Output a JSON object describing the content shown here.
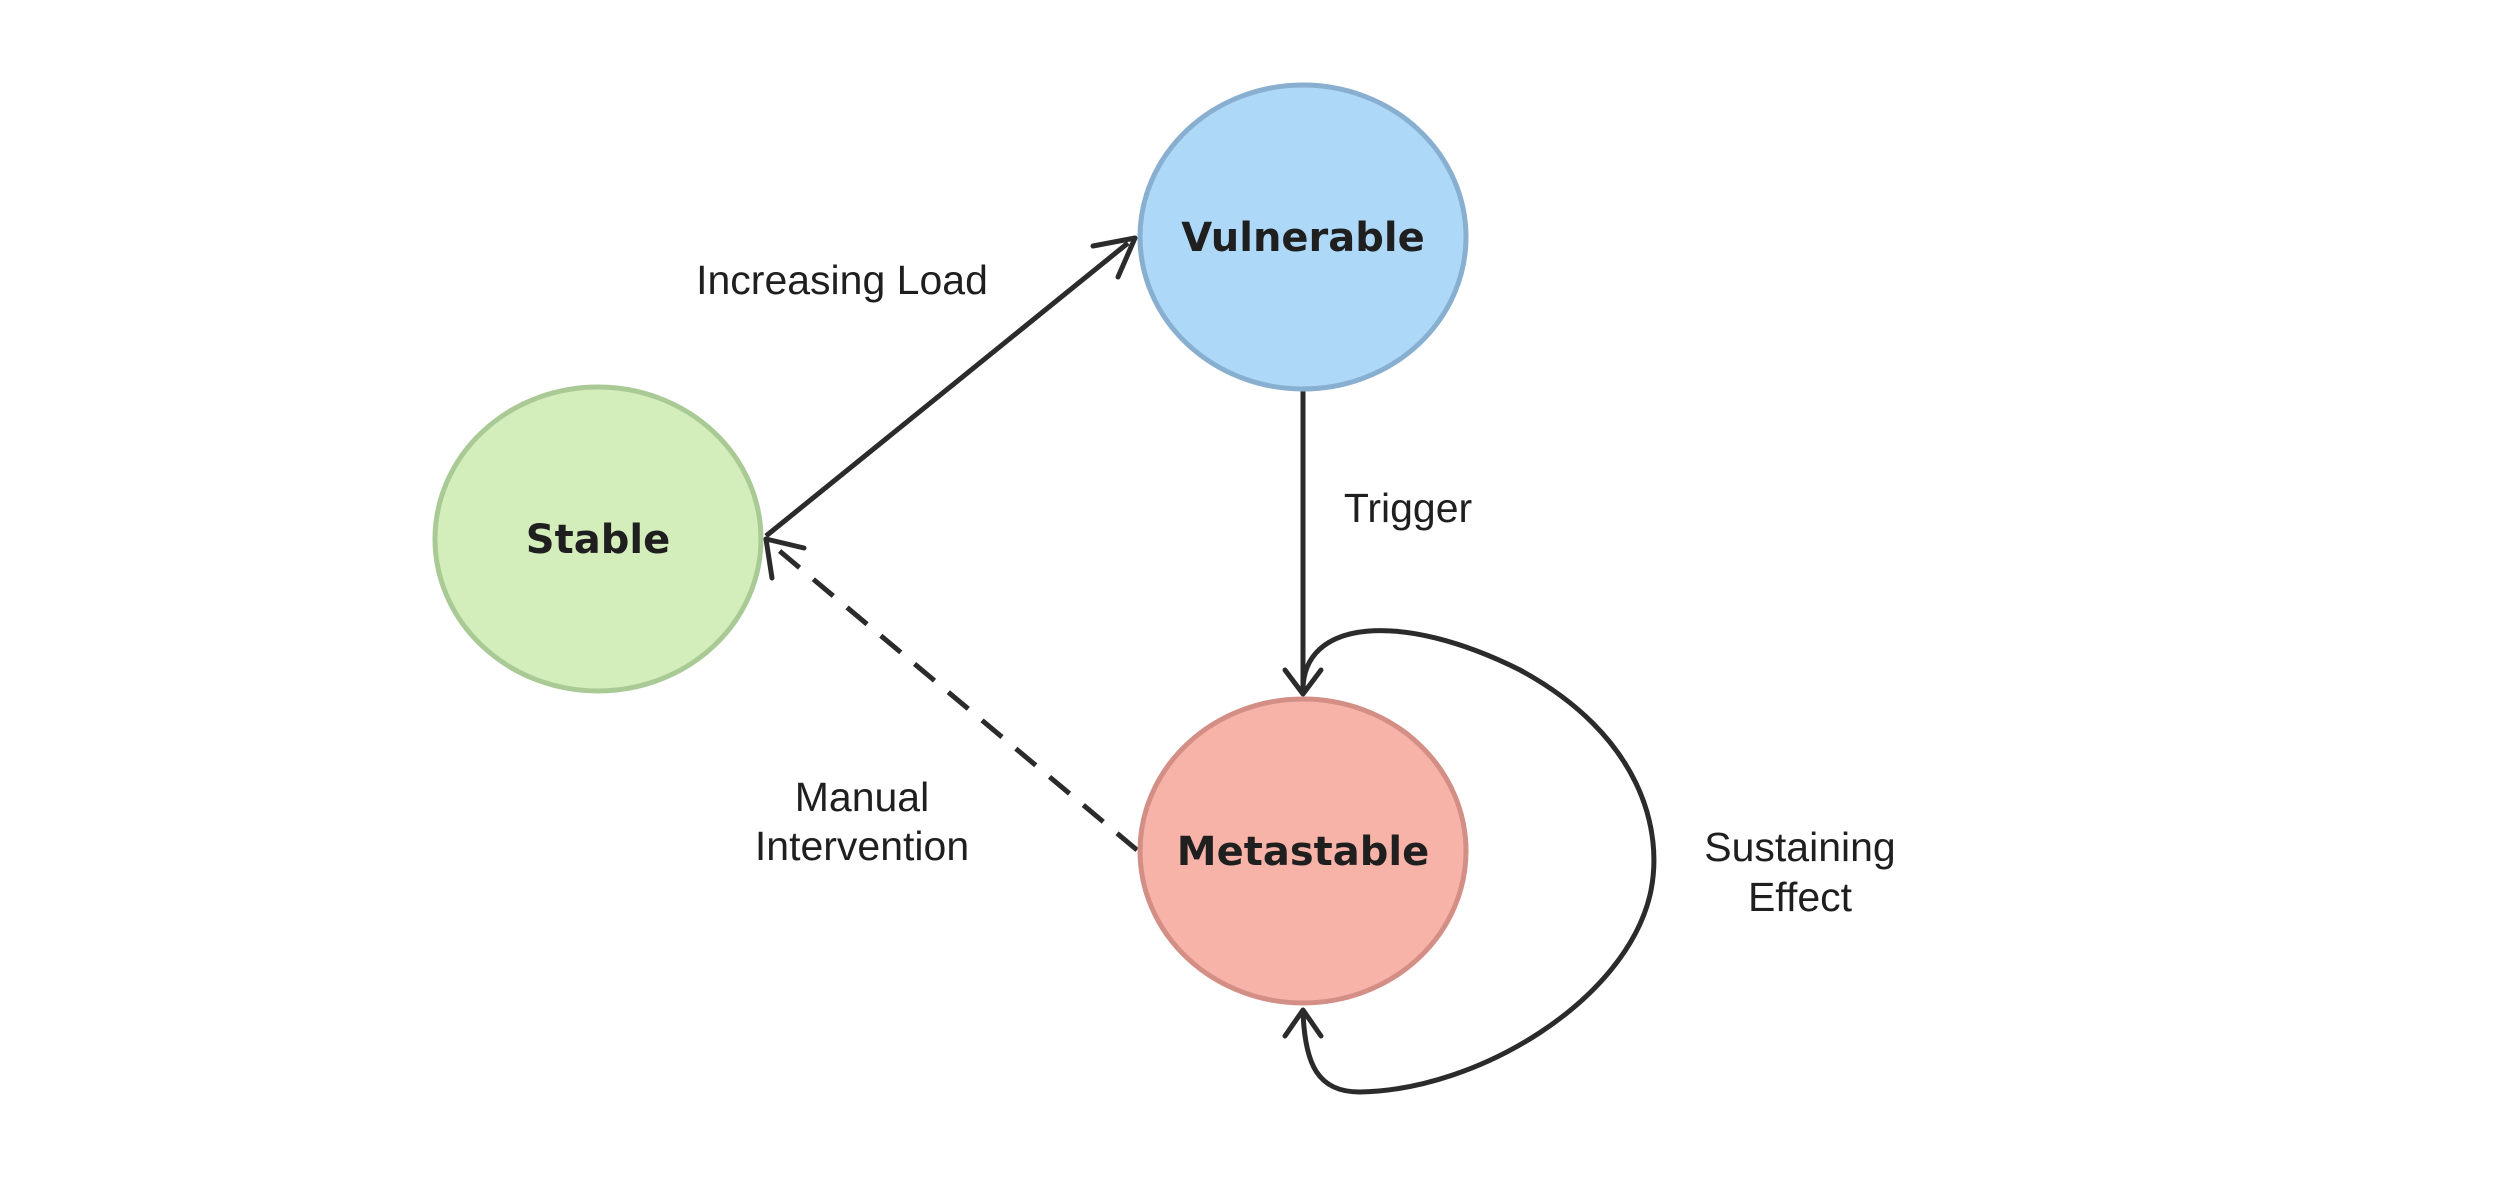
{
  "nodes": {
    "stable": {
      "label": "Stable",
      "fill": "#d3edbb",
      "stroke": "#a9c995"
    },
    "vulnerable": {
      "label": "Vulnerable",
      "fill": "#add8f7",
      "stroke": "#88afd0"
    },
    "metastable": {
      "label": "Metastable",
      "fill": "#f8b3a8",
      "stroke": "#d38e85"
    }
  },
  "edges": {
    "increasing_load": {
      "label": "Increasing Load",
      "from": "Stable",
      "to": "Vulnerable",
      "style": "solid"
    },
    "trigger": {
      "label": "Trigger",
      "from": "Vulnerable",
      "to": "Metastable",
      "style": "solid"
    },
    "manual_intervention": {
      "label_line1": "Manual",
      "label_line2": "Intervention",
      "from": "Metastable",
      "to": "Stable",
      "style": "dashed"
    },
    "sustaining_effect": {
      "label_line1": "Sustaining",
      "label_line2": "Effect",
      "from": "Metastable",
      "to": "Metastable",
      "style": "solid"
    }
  }
}
